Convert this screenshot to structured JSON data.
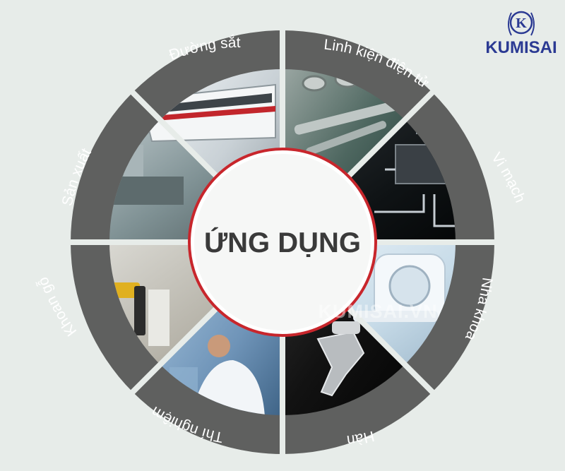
{
  "center": {
    "title": "ỨNG DỤNG"
  },
  "brand": {
    "name": "KUMISAI",
    "logo_letter": "K"
  },
  "watermark": "KUMISAI.VN",
  "colors": {
    "background": "#e7ece9",
    "ring": "#5f605f",
    "accent_ring": "#c8262c",
    "brand": "#2b3a93",
    "label": "#ffffff"
  },
  "segments": [
    {
      "label": "Linh kiện điện tử",
      "icon": "socket-wrench-set-photo"
    },
    {
      "label": "Vi mạch",
      "icon": "circuit-chip-photo"
    },
    {
      "label": "Nha khoa",
      "icon": "ct-scanner-photo"
    },
    {
      "label": "Hàn",
      "icon": "spray-gun-photo"
    },
    {
      "label": "Thí nghiệm",
      "icon": "lab-scientist-photo"
    },
    {
      "label": "Khoan gỗ",
      "icon": "nail-gun-photo"
    },
    {
      "label": "Sản xuất",
      "icon": "factory-line-photo"
    },
    {
      "label": "Đường sắt",
      "icon": "train-photo"
    }
  ]
}
